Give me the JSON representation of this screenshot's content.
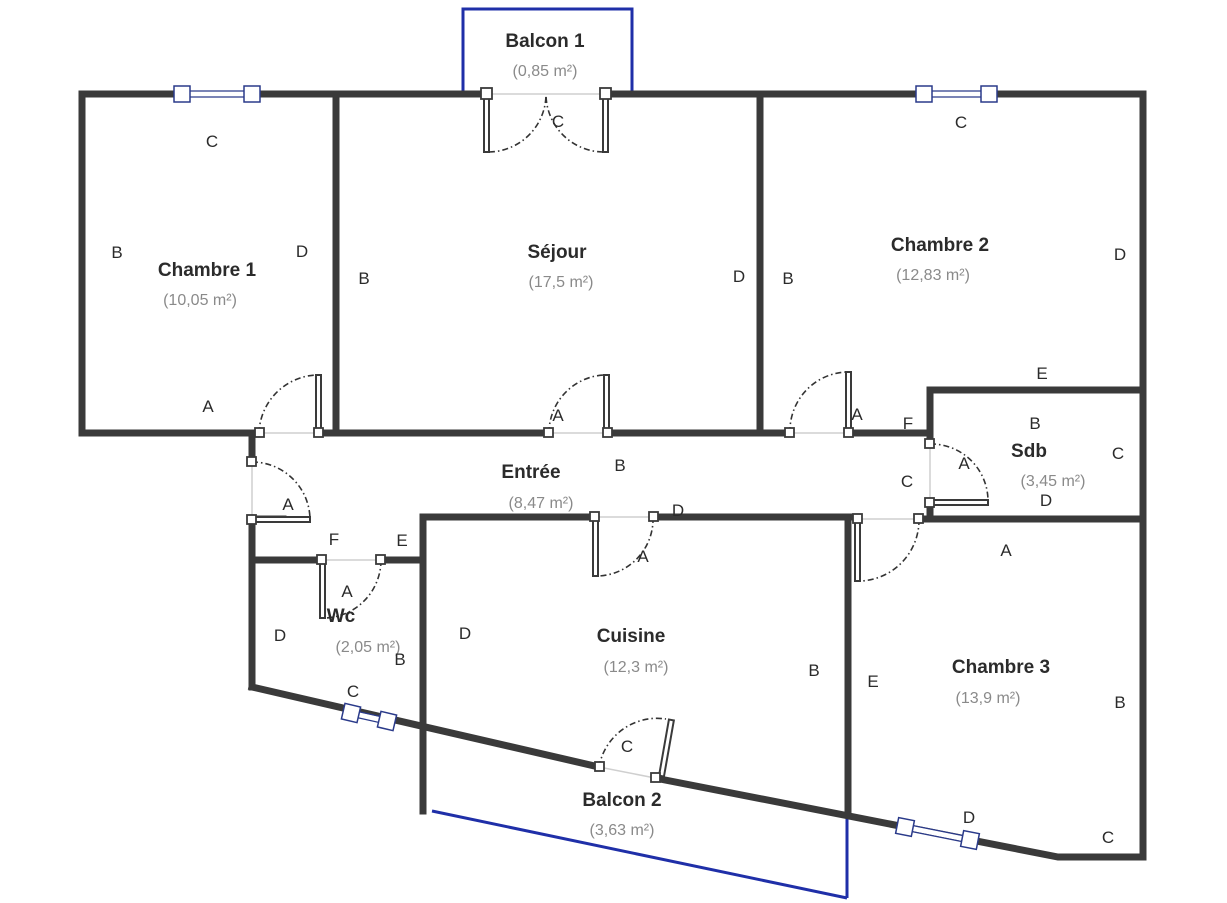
{
  "rooms": [
    {
      "id": "chambre-1",
      "name": "Chambre 1",
      "area": "(10,05 m²)"
    },
    {
      "id": "sejour",
      "name": "Séjour",
      "area": "(17,5 m²)"
    },
    {
      "id": "chambre-2",
      "name": "Chambre 2",
      "area": "(12,83 m²)"
    },
    {
      "id": "balcon-1",
      "name": "Balcon 1",
      "area": "(0,85 m²)"
    },
    {
      "id": "sdb",
      "name": "Sdb",
      "area": "(3,45 m²)"
    },
    {
      "id": "entree",
      "name": "Entrée",
      "area": "(8,47 m²)"
    },
    {
      "id": "wc",
      "name": "Wc",
      "area": "(2,05 m²)"
    },
    {
      "id": "cuisine",
      "name": "Cuisine",
      "area": "(12,3 m²)"
    },
    {
      "id": "chambre-3",
      "name": "Chambre 3",
      "area": "(13,9 m²)"
    },
    {
      "id": "balcon-2",
      "name": "Balcon 2",
      "area": "(3,63 m²)"
    }
  ],
  "side_labels": [
    {
      "id": "ch1-c",
      "text": "C"
    },
    {
      "id": "ch1-b",
      "text": "B"
    },
    {
      "id": "ch1-d",
      "text": "D"
    },
    {
      "id": "ch1-a",
      "text": "A"
    },
    {
      "id": "sej-c",
      "text": "C"
    },
    {
      "id": "sej-b",
      "text": "B"
    },
    {
      "id": "sej-d",
      "text": "D"
    },
    {
      "id": "sej-a",
      "text": "A"
    },
    {
      "id": "ch2-c",
      "text": "C"
    },
    {
      "id": "ch2-b",
      "text": "B"
    },
    {
      "id": "ch2-d",
      "text": "D"
    },
    {
      "id": "ch2-a",
      "text": "A"
    },
    {
      "id": "ch2-e",
      "text": "E"
    },
    {
      "id": "ch2-f",
      "text": "F"
    },
    {
      "id": "sdb-b",
      "text": "B"
    },
    {
      "id": "sdb-c-right",
      "text": "C"
    },
    {
      "id": "sdb-c-left",
      "text": "C"
    },
    {
      "id": "sdb-a",
      "text": "A"
    },
    {
      "id": "sdb-d",
      "text": "D"
    },
    {
      "id": "ent-b",
      "text": "B"
    },
    {
      "id": "ent-a",
      "text": "A"
    },
    {
      "id": "ent-d",
      "text": "D"
    },
    {
      "id": "ent-f",
      "text": "F"
    },
    {
      "id": "ent-e",
      "text": "E"
    },
    {
      "id": "wc-a",
      "text": "A"
    },
    {
      "id": "wc-d",
      "text": "D"
    },
    {
      "id": "wc-b",
      "text": "B"
    },
    {
      "id": "wc-c",
      "text": "C"
    },
    {
      "id": "cui-a",
      "text": "A"
    },
    {
      "id": "cui-d",
      "text": "D"
    },
    {
      "id": "cui-b",
      "text": "B"
    },
    {
      "id": "cui-c",
      "text": "C"
    },
    {
      "id": "ch3-a",
      "text": "A"
    },
    {
      "id": "ch3-e",
      "text": "E"
    },
    {
      "id": "ch3-b",
      "text": "B"
    },
    {
      "id": "ch3-c",
      "text": "C"
    },
    {
      "id": "ch3-d",
      "text": "D"
    }
  ],
  "colors": {
    "wall": "#3a3a3a",
    "balcony": "#1f2fa8",
    "area_text": "#8a8a8a",
    "label_text": "#2b2b2b"
  }
}
